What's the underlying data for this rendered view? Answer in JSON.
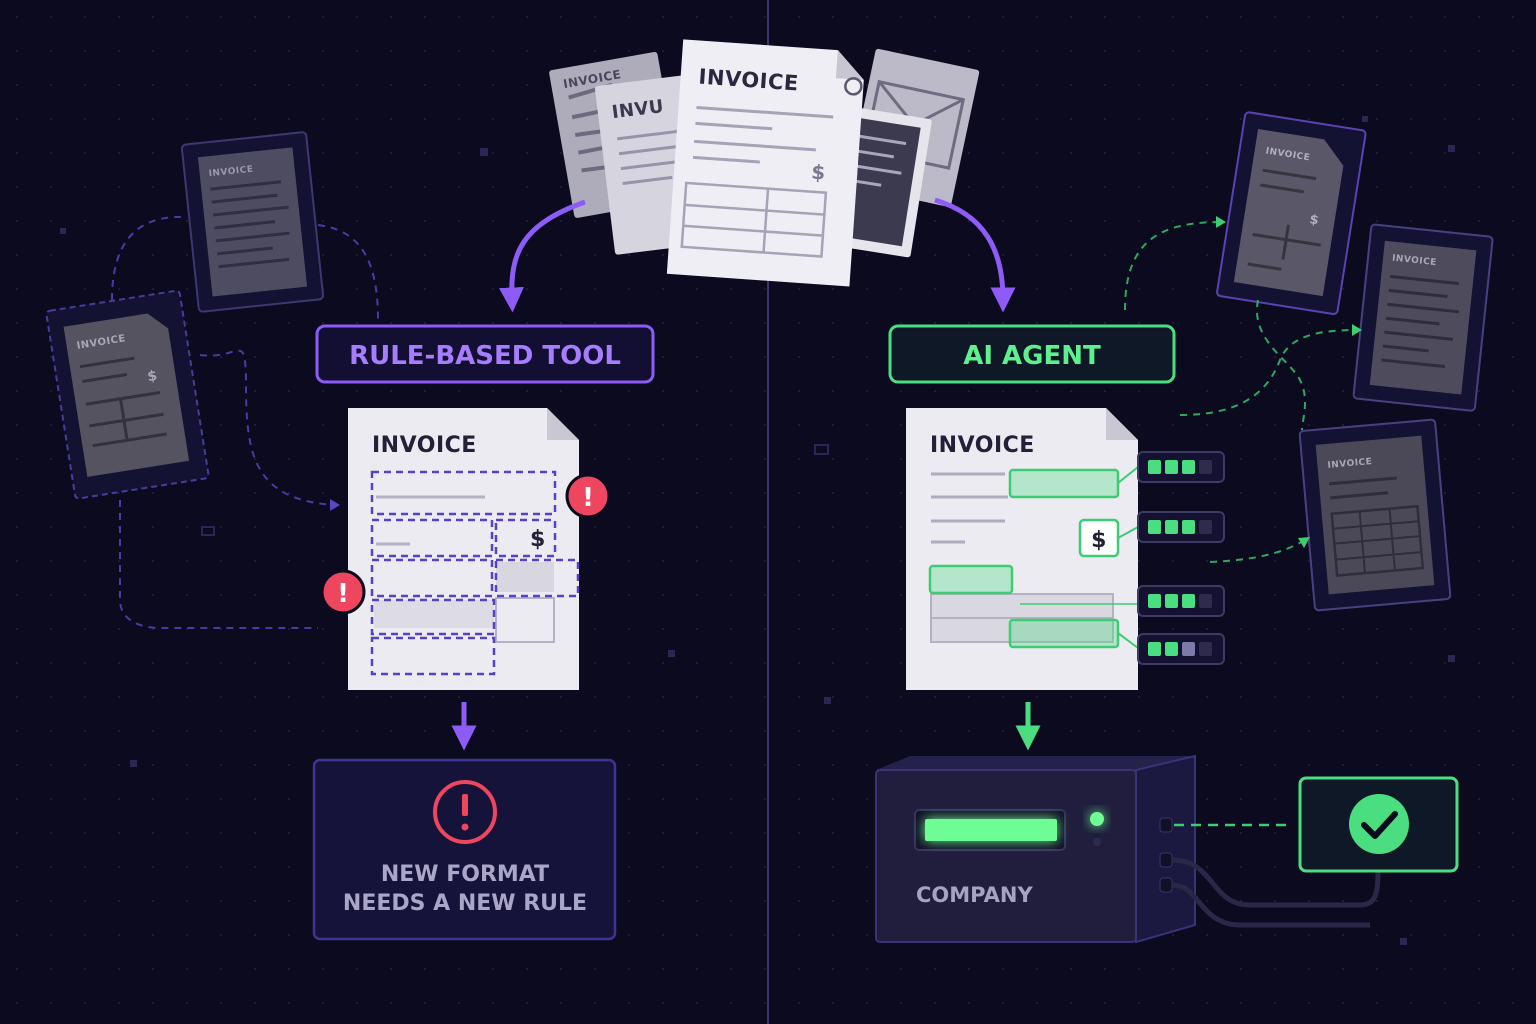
{
  "incoming_documents": {
    "front_title": "INVOICE",
    "left_title": "INVU",
    "crumpled_title": "INVOICE",
    "dollar_sign": "$"
  },
  "rule_based": {
    "label": "RULE-BASED TOOL",
    "invoice_title": "INVOICE",
    "dollar_sign": "$",
    "error_mark": "!",
    "result_line1": "NEW FORMAT",
    "result_line2": "NEEDS A NEW RULE"
  },
  "ai_agent": {
    "label": "AI AGENT",
    "invoice_title": "INVOICE",
    "dollar_sign": "$",
    "company_label": "COMPANY",
    "confidence_levels": [
      0.75,
      0.75,
      0.75,
      0.5
    ]
  },
  "left_variants": [
    {
      "title": "INVOICE",
      "dollar_sign": ""
    },
    {
      "title": "INVOICE",
      "dollar_sign": "$"
    }
  ],
  "right_variants": [
    {
      "title": "INVOICE",
      "dollar_sign": "$"
    },
    {
      "title": "INVOICE",
      "dollar_sign": ""
    },
    {
      "title": "INVOICE",
      "dollar_sign": ""
    }
  ],
  "colors": {
    "background": "#0b0a1e",
    "purple_accent": "#8d5cf6",
    "green_accent": "#4ade80",
    "error_red": "#ef4660",
    "paper": "#ecebf1"
  }
}
